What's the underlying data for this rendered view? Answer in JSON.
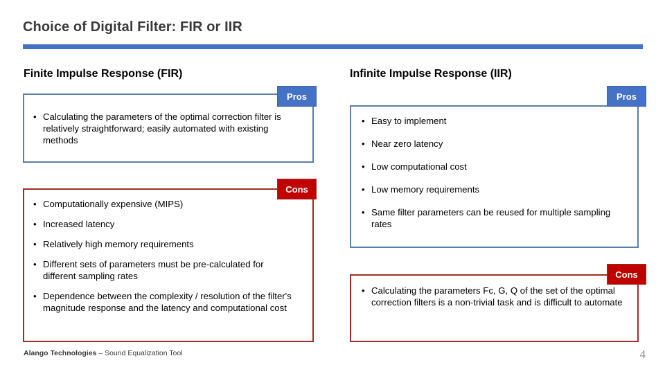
{
  "slide": {
    "title": "Choice of Digital Filter: FIR or IIR",
    "page_number": "4",
    "accent_color": "#4472C4",
    "pros_color": "#4472C4",
    "cons_color": "#C00000",
    "pros_border_color": "#5B7FA6",
    "cons_border_color": "#9E2B25"
  },
  "footer": {
    "company": "Alango Technologies",
    "subtitle": "– Sound Equalization Tool"
  },
  "columns": {
    "fir": {
      "heading": "Finite Impulse Response (FIR)",
      "pros": {
        "badge": "Pros",
        "items": [
          "Calculating the parameters of the optimal correction filter is relatively straightforward; easily automated with existing methods"
        ]
      },
      "cons": {
        "badge": "Cons",
        "items": [
          "Computationally expensive (MIPS)",
          "Increased latency",
          "Relatively high memory requirements",
          "Different sets of parameters must be pre-calculated for different sampling rates",
          "Dependence between the complexity / resolution of the filter's magnitude response and the latency and computational cost"
        ]
      }
    },
    "iir": {
      "heading": "Infinite Impulse Response (IIR)",
      "pros": {
        "badge": "Pros",
        "items": [
          "Easy to implement",
          "Near zero latency",
          "Low computational cost",
          "Low memory requirements",
          "Same filter parameters can be reused for multiple sampling rates"
        ]
      },
      "cons": {
        "badge": "Cons",
        "items": [
          "Calculating the parameters Fc, G, Q of the set of the optimal correction filters is a non-trivial task and is difficult to automate"
        ]
      }
    }
  },
  "bullet_glyph": "•"
}
